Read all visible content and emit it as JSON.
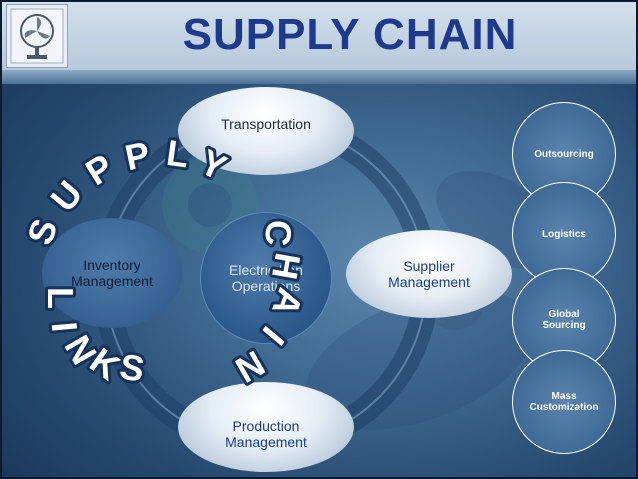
{
  "title": "SUPPLY CHAIN",
  "cycle": {
    "top": "Transportation",
    "left": "Inventory\nManagement",
    "center": "Electric Fan\nOperations",
    "right": "Supplier\nManagement",
    "bottom": "Production\nManagement"
  },
  "side_items": [
    "Outsourcing",
    "Logistics",
    "Global\nSourcing",
    "Mass\nCustomization"
  ],
  "arc_words": {
    "supply": [
      "S",
      "U",
      "P",
      "P",
      "L",
      "Y"
    ],
    "links": [
      "L",
      "I",
      "N",
      "K",
      "S"
    ],
    "chain": [
      "C",
      "H",
      "A",
      "I",
      "N"
    ]
  },
  "colors": {
    "title": "#1e3a8c",
    "background": "#3f6890",
    "arc_letter_fill": "#ffffff",
    "arc_letter_stroke": "#16325c"
  },
  "logo_icon": "electric-fan-icon"
}
